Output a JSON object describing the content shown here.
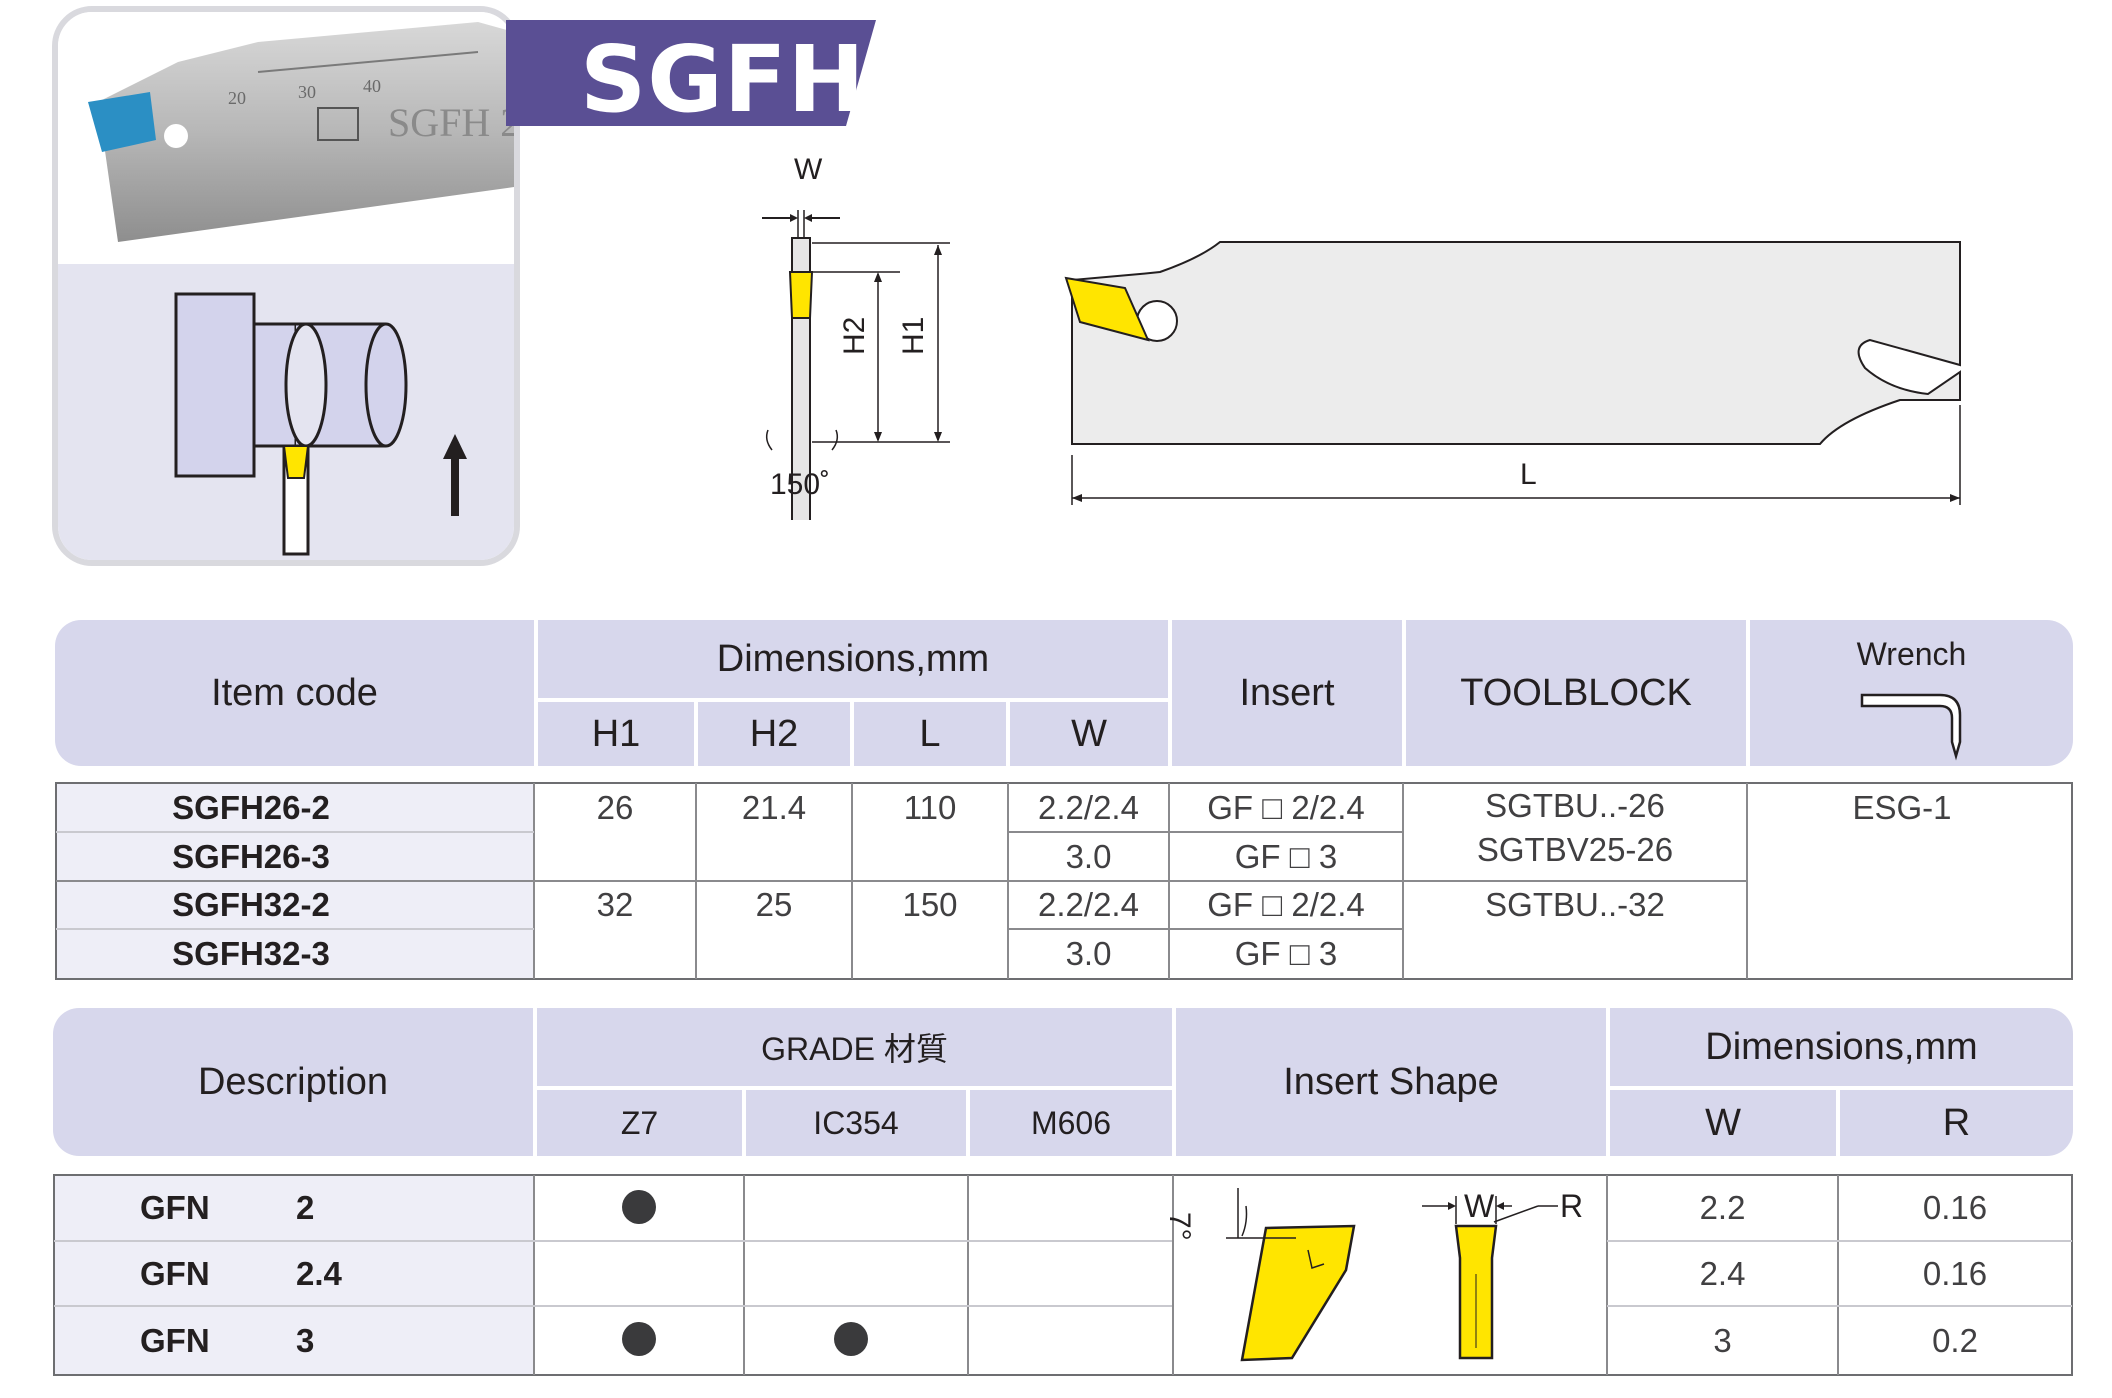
{
  "title": "SGFH",
  "drawing": {
    "label_w": "W",
    "label_h2": "H2",
    "label_h1": "H1",
    "label_angle": "150˚",
    "label_l": "L"
  },
  "photo": {
    "ruler_text": "SGFH 2",
    "ruler_numbers": [
      "20",
      "30",
      "40"
    ]
  },
  "holder_table": {
    "headers": {
      "item_code": "Item code",
      "dimensions": "Dimensions,mm",
      "h1": "H1",
      "h2": "H2",
      "l": "L",
      "w": "W",
      "insert": "Insert",
      "toolblock": "TOOLBLOCK",
      "wrench": "Wrench"
    },
    "codes": [
      "SGFH26-2",
      "SGFH26-3",
      "SGFH32-2",
      "SGFH32-3"
    ],
    "group1": {
      "h1": "26",
      "h2": "21.4",
      "l": "110",
      "toolblock": [
        "SGTBU..-26",
        "SGTBV25-26"
      ]
    },
    "group2": {
      "h1": "32",
      "h2": "25",
      "l": "150",
      "toolblock": [
        "SGTBU..-32"
      ]
    },
    "widths": [
      "2.2/2.4",
      "3.0",
      "2.2/2.4",
      "3.0"
    ],
    "inserts": [
      "GF □ 2/2.4",
      "GF □ 3",
      "GF □ 2/2.4",
      "GF □ 3"
    ],
    "wrench": "ESG-1"
  },
  "insert_table": {
    "headers": {
      "description": "Description",
      "grade": "GRADE 材質",
      "z7": "Z7",
      "ic354": "IC354",
      "m606": "M606",
      "insert_shape": "Insert Shape",
      "dimensions": "Dimensions,mm",
      "w": "W",
      "r": "R"
    },
    "rows": [
      {
        "name": "GFN",
        "size": "2",
        "z7": true,
        "ic354": false,
        "m606": false,
        "w": "2.2",
        "r": "0.16"
      },
      {
        "name": "GFN",
        "size": "2.4",
        "z7": false,
        "ic354": false,
        "m606": false,
        "w": "2.4",
        "r": "0.16"
      },
      {
        "name": "GFN",
        "size": "3",
        "z7": true,
        "ic354": true,
        "m606": false,
        "w": "3",
        "r": "0.2"
      }
    ],
    "shape_labels": {
      "angle": "7°",
      "w": "W",
      "r": "R"
    }
  },
  "colors": {
    "accent": "#5a4f94",
    "header_bg": "#d7d7ec",
    "insert_yellow": "#ffe500"
  }
}
